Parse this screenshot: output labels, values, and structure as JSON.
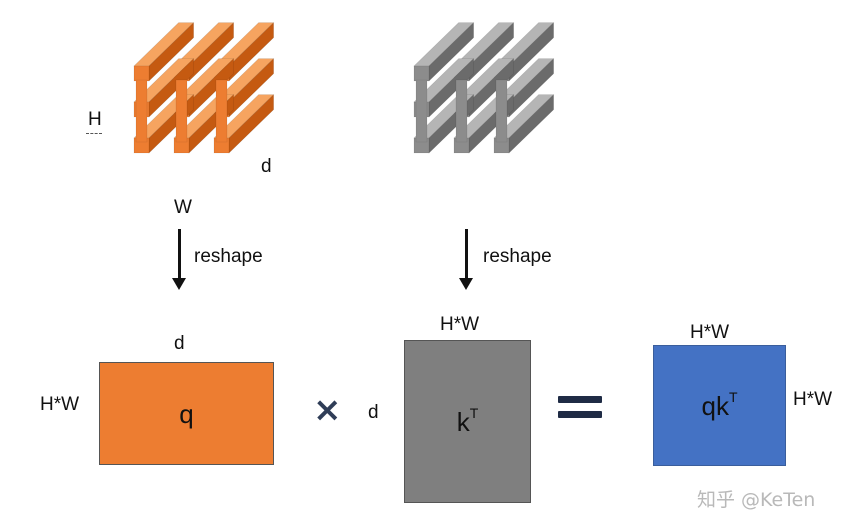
{
  "colors": {
    "orange_front": "#ed7d31",
    "orange_top": "#f6a460",
    "orange_side": "#c55a11",
    "gray_front": "#8c8c8c",
    "gray_top": "#b5b5b5",
    "gray_side": "#6b6b6b",
    "q_box": "#ed7d31",
    "k_box": "#7f7f7f",
    "qk_box": "#4472c4"
  },
  "left_tensor": {
    "h_label": "H",
    "d_label": "d",
    "w_label": "W"
  },
  "left_arrow": {
    "label": "reshape"
  },
  "right_arrow": {
    "label": "reshape"
  },
  "q_matrix": {
    "top_label": "d",
    "left_label": "H*W",
    "text": "q"
  },
  "operator_multiply": "×",
  "k_matrix": {
    "top_label": "H*W",
    "left_label": "d",
    "text": "k",
    "sup": "T"
  },
  "qk_matrix": {
    "top_label": "H*W",
    "right_label": "H*W",
    "text": "qk",
    "sup": "T"
  },
  "watermark": "知乎 @KeTen"
}
